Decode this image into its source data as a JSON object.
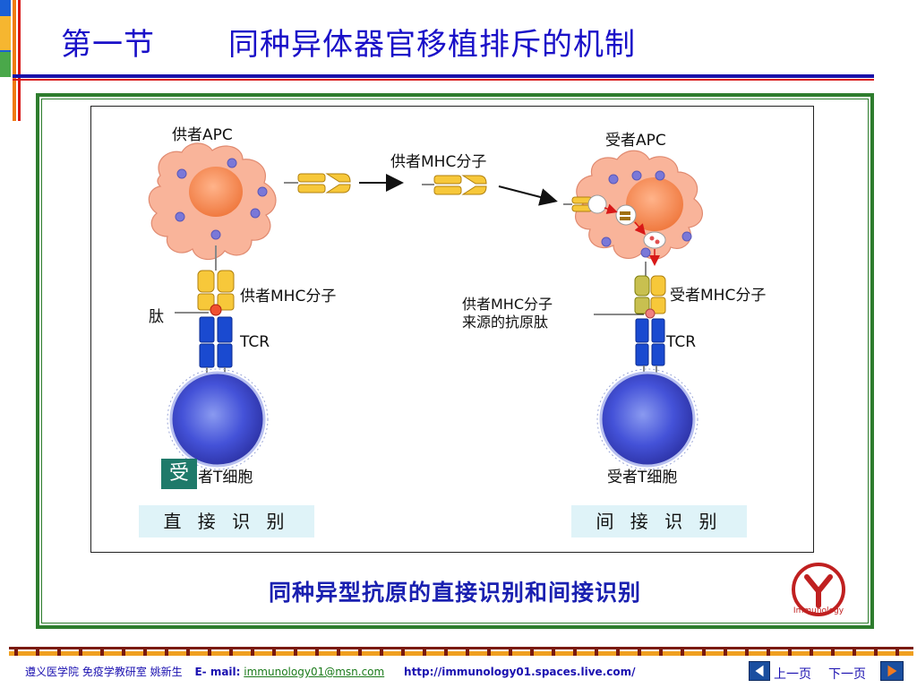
{
  "header": {
    "section": "第一节",
    "title": "同种异体器官移植排斥的机制"
  },
  "diagram": {
    "left": {
      "apc_label": "供者APC",
      "mhc_label": "供者MHC分子",
      "peptide_label": "肽",
      "tcr_label": "TCR",
      "highlight_char": "受",
      "t_cell_label_rest": "者T细胞",
      "recognition": "直 接 识 别"
    },
    "middle": {
      "mhc_label": "供者MHC分子"
    },
    "right": {
      "apc_label": "受者APC",
      "mhc_label": "受者MHC分子",
      "antigen_line1": "供者MHC分子",
      "antigen_line2": "来源的抗原肽",
      "tcr_label": "TCR",
      "t_cell_label": "受者T细胞",
      "recognition": "间 接 识 别"
    },
    "caption": "同种异型抗原的直接识别和间接识别",
    "logo_text": "Immunology"
  },
  "footer": {
    "institution": "遵义医学院 免疫学教研室 姚新生",
    "email_label": "E- mail:",
    "email": "immunology01@msn.com",
    "url": "http://immunology01.spaces.live.com/",
    "prev_label": "上一页",
    "next_label": "下一页"
  },
  "colors": {
    "title": "#1a10c8",
    "frame": "#2e7d2e",
    "apc_fill": "#f9b49a",
    "apc_nucleus": "#f28a58",
    "mhc_fill": "#f7c83a",
    "tcr_fill": "#1a4ad0",
    "t_cell": "#3a48c8",
    "caption": "#1a20b0"
  }
}
